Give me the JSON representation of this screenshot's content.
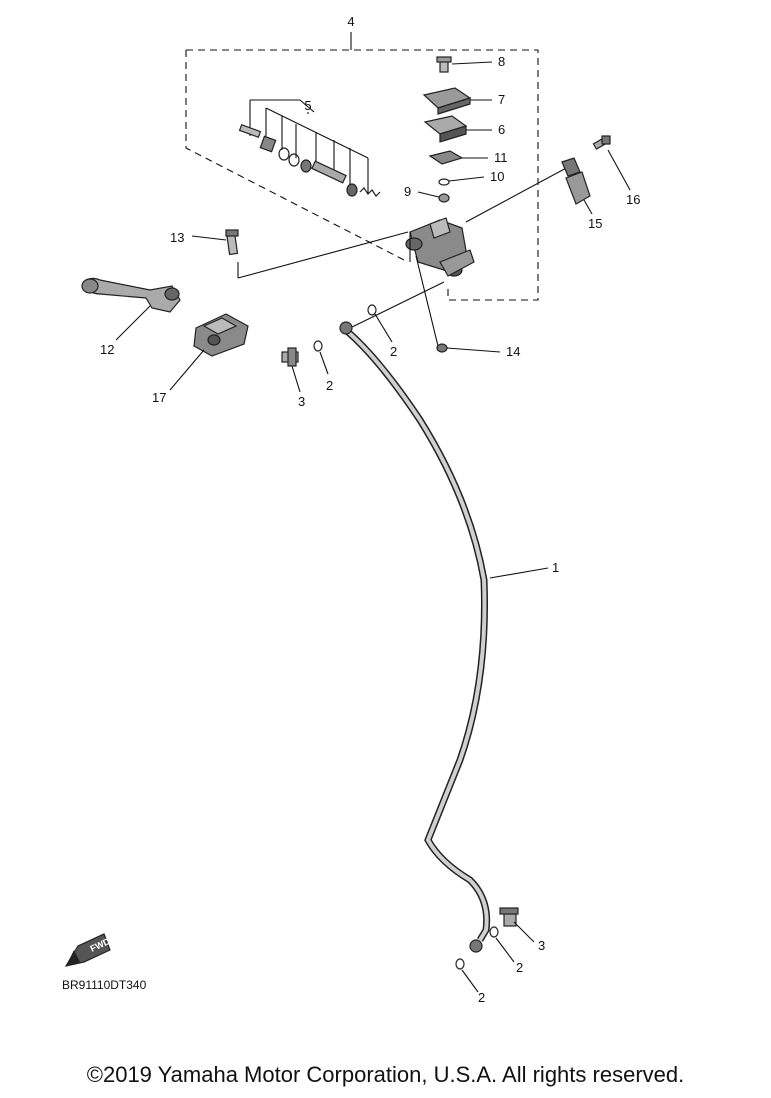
{
  "diagram": {
    "callouts": [
      {
        "id": "c4",
        "text": "4"
      },
      {
        "id": "c8",
        "text": "8"
      },
      {
        "id": "c7",
        "text": "7"
      },
      {
        "id": "c6",
        "text": "6"
      },
      {
        "id": "c5",
        "text": "5"
      },
      {
        "id": "c11",
        "text": "11"
      },
      {
        "id": "c10",
        "text": "10"
      },
      {
        "id": "c9",
        "text": "9"
      },
      {
        "id": "c16",
        "text": "16"
      },
      {
        "id": "c15",
        "text": "15"
      },
      {
        "id": "c13",
        "text": "13"
      },
      {
        "id": "c12",
        "text": "12"
      },
      {
        "id": "c17",
        "text": "17"
      },
      {
        "id": "c14",
        "text": "14"
      },
      {
        "id": "c2a",
        "text": "2"
      },
      {
        "id": "c2b",
        "text": "2"
      },
      {
        "id": "c3a",
        "text": "3"
      },
      {
        "id": "c1",
        "text": "1"
      },
      {
        "id": "c3b",
        "text": "3"
      },
      {
        "id": "c2c",
        "text": "2"
      },
      {
        "id": "c2d",
        "text": "2"
      }
    ],
    "fwd_label": "FWD",
    "drawing_code": "BR91110DT340"
  },
  "footer": {
    "copyright": "©2019 Yamaha Motor Corporation, U.S.A. All rights reserved."
  }
}
